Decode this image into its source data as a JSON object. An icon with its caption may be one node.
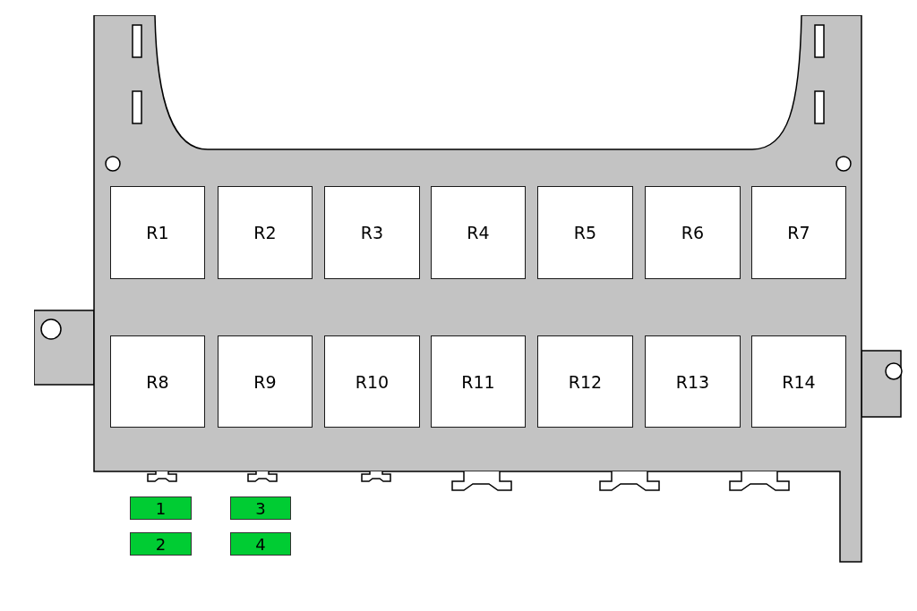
{
  "diagram": {
    "nodes": [
      {
        "text": [],
        "shape": "box"
      },
      {
        "text": [
          "R1"
        ],
        "in": 0
      },
      {
        "text": [
          "R2"
        ],
        "in": 0
      },
      {
        "text": [
          "R3"
        ],
        "in": 0
      },
      {
        "text": [
          "R4"
        ],
        "in": 0
      },
      {
        "text": [
          "R5"
        ],
        "in": 0
      },
      {
        "text": [
          "R6"
        ],
        "in": 0
      },
      {
        "text": [
          "R7"
        ],
        "in": 0
      },
      {
        "text": [
          "R8"
        ],
        "in": 0
      },
      {
        "text": [
          "R9"
        ],
        "in": 0
      },
      {
        "text": [
          "R10"
        ],
        "in": 0
      },
      {
        "text": [
          "R11"
        ],
        "in": 0
      },
      {
        "text": [
          "R12"
        ],
        "in": 0
      },
      {
        "text": [
          "R13"
        ],
        "in": 0
      },
      {
        "text": [
          "R14"
        ],
        "in": 0
      },
      {
        "text": [
          "1"
        ]
      },
      {
        "text": [
          "3"
        ]
      },
      {
        "text": [
          "2"
        ]
      },
      {
        "text": [
          "4"
        ]
      }
    ]
  }
}
